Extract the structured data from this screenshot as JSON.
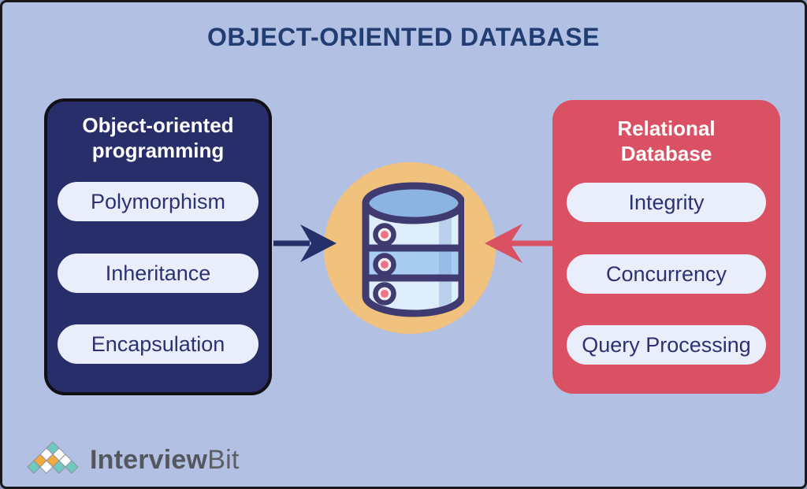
{
  "page": {
    "title": "OBJECT-ORIENTED DATABASE"
  },
  "left_panel": {
    "title_lines": [
      "Object-oriented",
      "programming"
    ],
    "items": [
      "Polymorphism",
      "Inheritance",
      "Encapsulation"
    ],
    "panel_color": "#272e6a",
    "arrow_color": "#252f6a"
  },
  "right_panel": {
    "title_lines": [
      "Relational",
      "Database"
    ],
    "items": [
      "Integrity",
      "Concurrency",
      "Query Processing"
    ],
    "panel_color": "#d95162",
    "arrow_color": "#d95162"
  },
  "center": {
    "icon": "database-icon",
    "circle_color": "#f1c17e",
    "db_outline_color": "#3f3a70",
    "db_top_color": "#8cb4e2",
    "db_band_light": "#ddeefa",
    "db_band_medium": "#a9ccf1",
    "db_dot_color": "#ee7388"
  },
  "logo": {
    "brand_bold": "Interview",
    "brand_light": "Bit",
    "mark_icon": "diamond-mosaic-icon",
    "mark_colors": {
      "teal": "#6fc9c1",
      "orange": "#f4a93d",
      "white": "#ffffff"
    }
  },
  "colors": {
    "background": "#b2c0e3",
    "title_text": "#223d72",
    "pill_background": "#e9eefa",
    "pill_text": "#2b3274"
  }
}
